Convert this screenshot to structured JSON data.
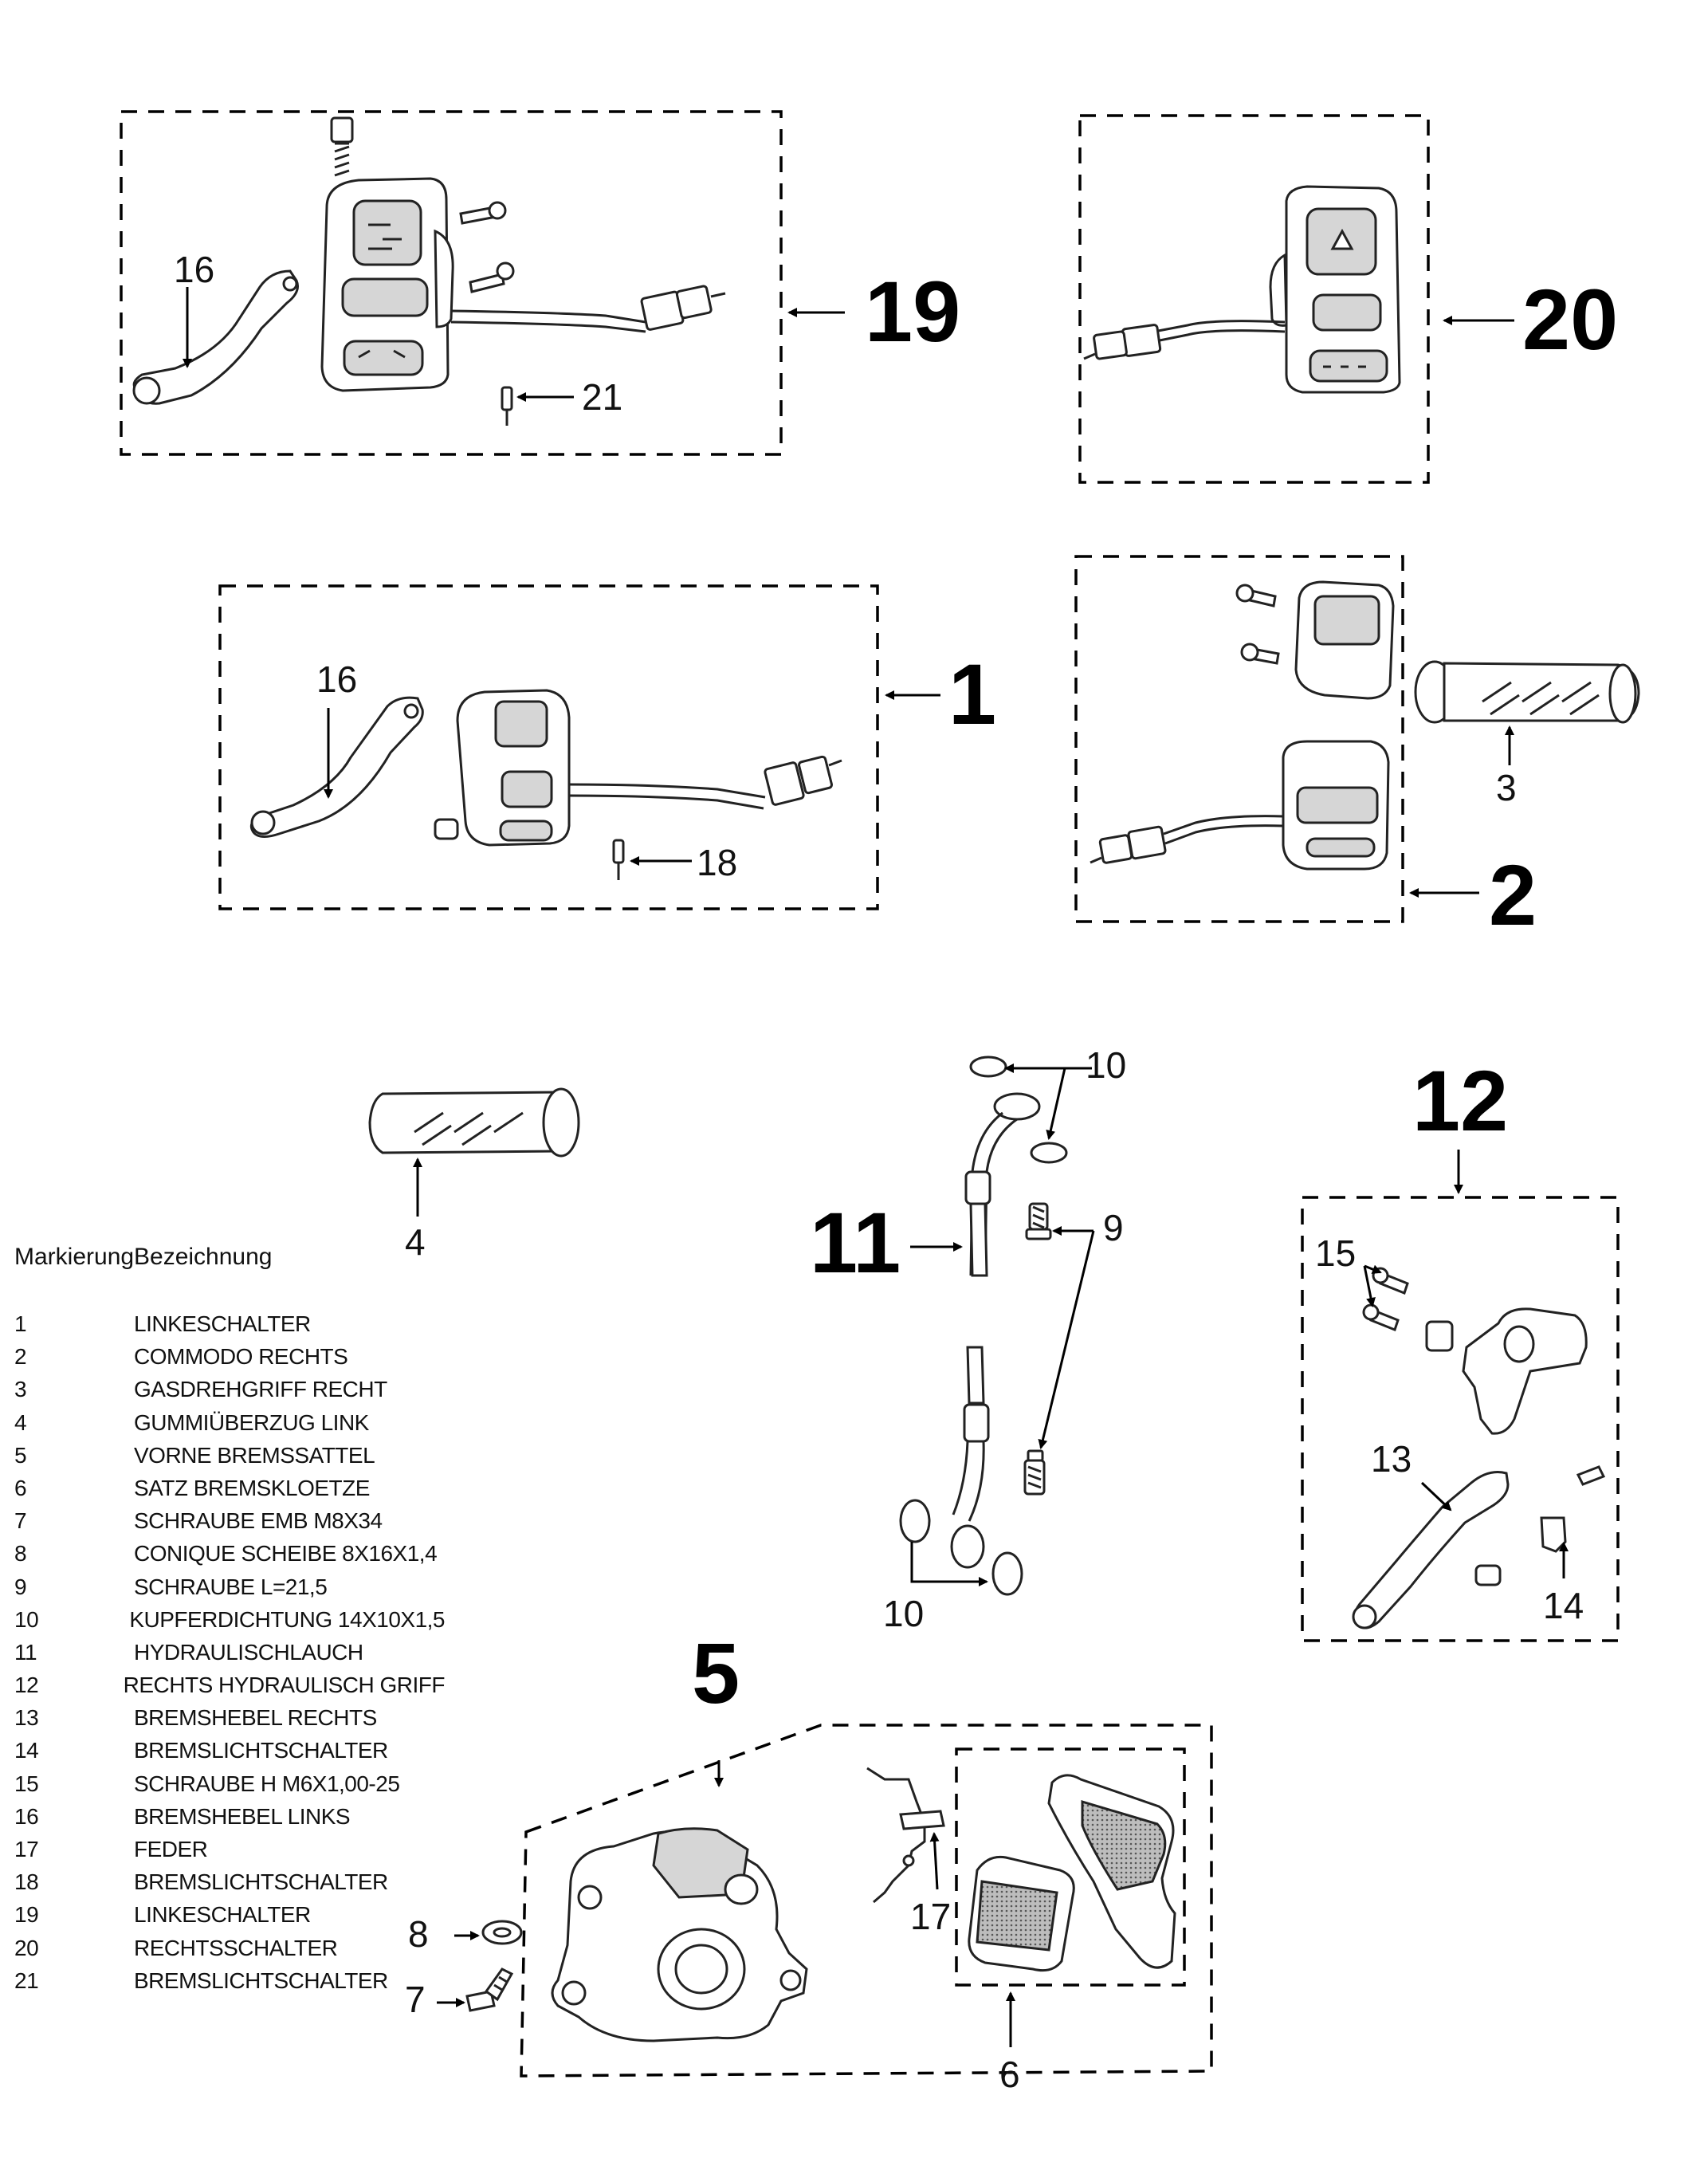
{
  "callouts": {
    "n1": "1",
    "n2": "2",
    "n3": "3",
    "n4": "4",
    "n5": "5",
    "n6": "6",
    "n7": "7",
    "n8": "8",
    "n9": "9",
    "n10a": "10",
    "n10b": "10",
    "n11": "11",
    "n12": "12",
    "n13": "13",
    "n14": "14",
    "n15": "15",
    "n16a": "16",
    "n16b": "16",
    "n17": "17",
    "n18": "18",
    "n19": "19",
    "n20": "20",
    "n21": "21"
  },
  "legend": {
    "header_mark": "Markierung",
    "header_name": "Bezeichnung",
    "rows": [
      {
        "mark": "1",
        "name": "LINKESCHALTER"
      },
      {
        "mark": "2",
        "name": "COMMODO RECHTS"
      },
      {
        "mark": "3",
        "name": "GASDREHGRIFF RECHT"
      },
      {
        "mark": "4",
        "name": "GUMMIÜBERZUG LINK"
      },
      {
        "mark": "5",
        "name": "VORNE BREMSSATTEL"
      },
      {
        "mark": "6",
        "name": "SATZ BREMSKLOETZE"
      },
      {
        "mark": "7",
        "name": "SCHRAUBE EMB M8X34"
      },
      {
        "mark": "8",
        "name": "CONIQUE SCHEIBE 8X16X1,4"
      },
      {
        "mark": "9",
        "name": "SCHRAUBE L=21,5"
      },
      {
        "mark": "10",
        "name": "KUPFERDICHTUNG 14X10X1,5"
      },
      {
        "mark": "11",
        "name": "HYDRAULISCHLAUCH"
      },
      {
        "mark": "12",
        "name": "RECHTS HYDRAULISCH GRIFF"
      },
      {
        "mark": "13",
        "name": "BREMSHEBEL RECHTS"
      },
      {
        "mark": "14",
        "name": "BREMSLICHTSCHALTER"
      },
      {
        "mark": "15",
        "name": "SCHRAUBE H M6X1,00-25"
      },
      {
        "mark": "16",
        "name": "BREMSHEBEL LINKS"
      },
      {
        "mark": "17",
        "name": "FEDER"
      },
      {
        "mark": "18",
        "name": "BREMSLICHTSCHALTER"
      },
      {
        "mark": "19",
        "name": "LINKESCHALTER"
      },
      {
        "mark": "20",
        "name": "RECHTSSCHALTER"
      },
      {
        "mark": "21",
        "name": "BREMSLICHTSCHALTER"
      }
    ]
  }
}
